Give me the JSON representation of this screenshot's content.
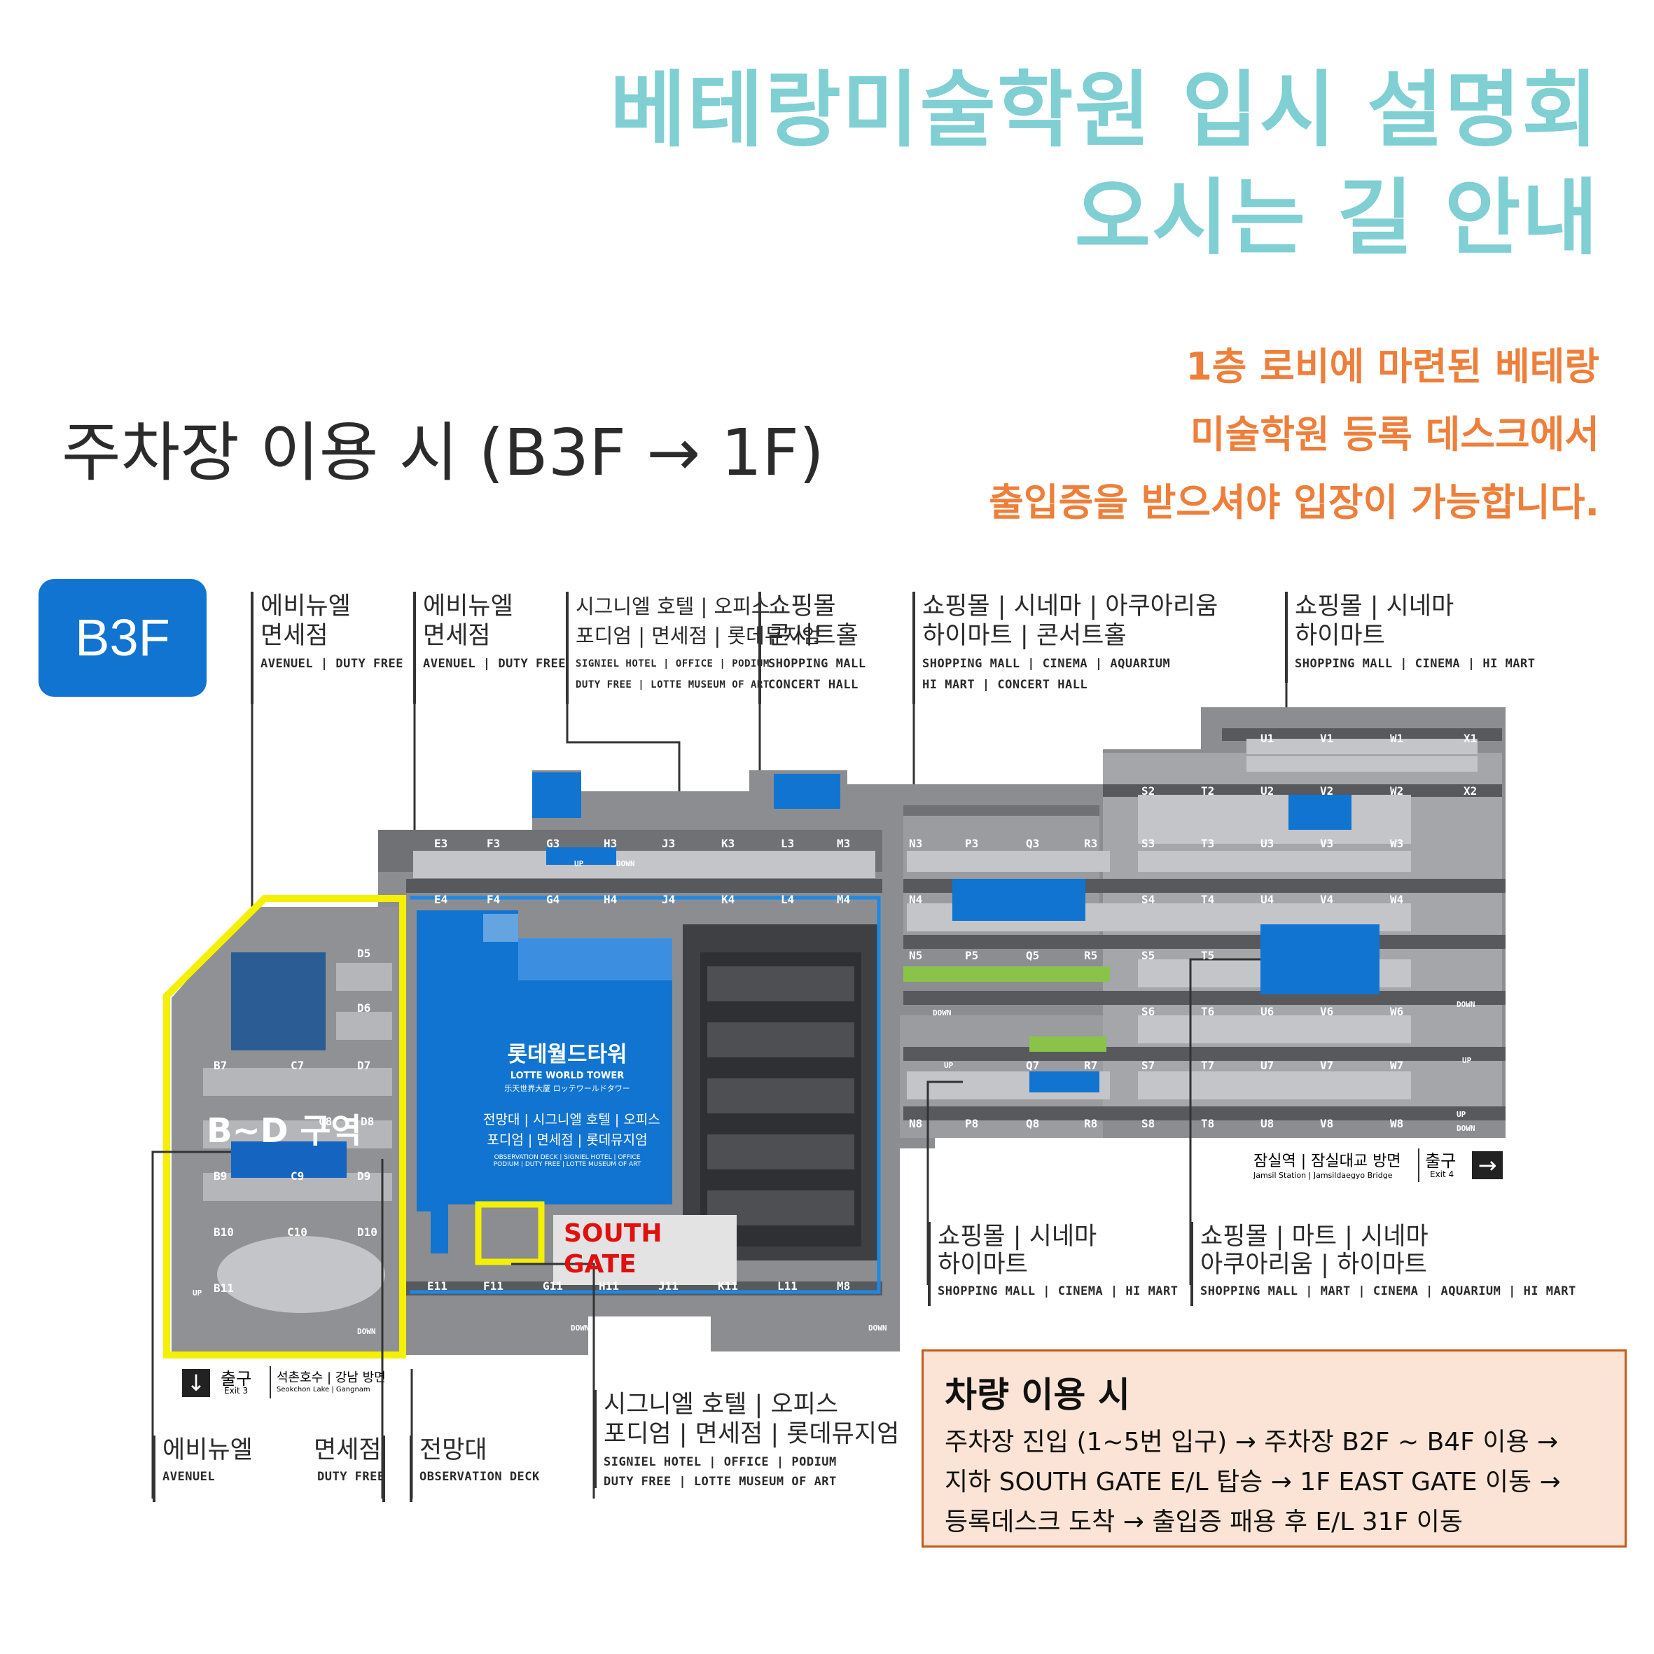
{
  "header": {
    "title_line1": "베테랑미술학원 입시 설명회",
    "title_line2": "오시는 길 안내"
  },
  "subtitle": "주차장 이용 시 (B3F → 1F)",
  "notice": {
    "line1": "1층 로비에 마련된 베테랑",
    "line2": "미술학원 등록 데스크에서",
    "line3": "출입증을 받으셔야 입장이 가능합니다."
  },
  "floor_badge": "B3F",
  "top_labels": [
    {
      "ko1": "에비뉴엘",
      "ko2": "면세점",
      "en1": "AVENUEL | DUTY FREE",
      "en2": ""
    },
    {
      "ko1": "에비뉴엘",
      "ko2": "면세점",
      "en1": "AVENUEL | DUTY FREE",
      "en2": ""
    },
    {
      "ko1": "시그니엘 호텔 | 오피스",
      "ko2": "포디엄 | 면세점 | 롯데뮤지엄",
      "en1": "SIGNIEL HOTEL | OFFICE | PODIUM",
      "en2": "DUTY FREE | LOTTE MUSEUM OF ART"
    },
    {
      "ko1": "쇼핑몰",
      "ko2": "콘서트홀",
      "en1": "SHOPPING MALL",
      "en2": "CONCERT HALL"
    },
    {
      "ko1": "쇼핑몰 | 시네마 | 아쿠아리움",
      "ko2": "하이마트 | 콘서트홀",
      "en1": "SHOPPING MALL | CINEMA | AQUARIUM",
      "en2": "HI MART | CONCERT HALL"
    },
    {
      "ko1": "쇼핑몰 | 시네마",
      "ko2": "하이마트",
      "en1": "SHOPPING MALL | CINEMA | HI MART",
      "en2": ""
    }
  ],
  "bottom_labels": {
    "exit3": {
      "ko": "출구",
      "en": "Exit 3",
      "dest_ko": "석촌호수 | 강남 방면",
      "dest_en": "Seokchon Lake | Gangnam"
    },
    "avenuel": {
      "ko": "에비뉴엘",
      "en": "AVENUEL"
    },
    "dutyfree": {
      "ko": "면세점",
      "en": "DUTY FREE"
    },
    "observation": {
      "ko": "전망대",
      "en": "OBSERVATION DECK"
    },
    "signiel": {
      "ko1": "시그니엘 호텔 | 오피스",
      "ko2": "포디엄 | 면세점 | 롯데뮤지엄",
      "en1": "SIGNIEL HOTEL | OFFICE | PODIUM",
      "en2": "DUTY FREE | LOTTE MUSEUM OF ART"
    },
    "mall1": {
      "ko1": "쇼핑몰 | 시네마",
      "ko2": "하이마트",
      "en": "SHOPPING MALL | CINEMA | HI MART"
    },
    "mall2": {
      "ko1": "쇼핑몰 | 마트 | 시네마",
      "ko2": "아쿠아리움 | 하이마트",
      "en": "SHOPPING MALL | MART | CINEMA | AQUARIUM | HI MART"
    },
    "exit4": {
      "ko": "잠실역 | 잠실대교 방면",
      "en": "Jamsil Station | Jamsildaegyo Bridge",
      "exit_ko": "출구",
      "exit_en": "Exit 4"
    }
  },
  "map": {
    "tower_ko": "롯데월드타워",
    "tower_en": "LOTTE WORLD TOWER",
    "tower_cn": "乐天世界大厦 ロッテワールドタワー",
    "tower_dest_ko1": "전망대 | 시그니엘 호텔 | 오피스",
    "tower_dest_ko2": "포디엄 | 면세점 | 롯데뮤지엄",
    "tower_dest_en1": "OBSERVATION DECK | SIGNIEL HOTEL | OFFICE",
    "tower_dest_en2": "PODIUM | DUTY FREE | LOTTE MUSEUM OF ART",
    "zone_label": "B~D 구역",
    "south_gate_line1": "SOUTH",
    "south_gate_line2": "GATE",
    "up": "UP",
    "down": "DOWN",
    "stalls": [
      "E3",
      "F3",
      "G3",
      "H3",
      "J3",
      "K3",
      "L3",
      "M3",
      "N3",
      "P3",
      "Q3",
      "R3",
      "S3",
      "T3",
      "U3",
      "V3",
      "W3",
      "E4",
      "F4",
      "G4",
      "H4",
      "J4",
      "K4",
      "L4",
      "M4",
      "N4",
      "S4",
      "T4",
      "U4",
      "V4",
      "W4",
      "N5",
      "P5",
      "Q5",
      "R5",
      "S5",
      "T5",
      "S6",
      "T6",
      "U6",
      "V6",
      "W6",
      "Q7",
      "R7",
      "S7",
      "T7",
      "U7",
      "V7",
      "W7",
      "N8",
      "P8",
      "Q8",
      "R8",
      "S8",
      "T8",
      "U8",
      "V8",
      "W8",
      "U1",
      "V1",
      "W1",
      "X1",
      "S2",
      "T2",
      "U2",
      "V2",
      "W2",
      "X2",
      "D5",
      "D6",
      "B7",
      "C7",
      "D7",
      "C8",
      "D8",
      "B9",
      "C9",
      "D9",
      "B10",
      "C10",
      "D10",
      "B11",
      "E11",
      "F11",
      "G11",
      "H11",
      "J11",
      "K11",
      "L11",
      "M8"
    ]
  },
  "car_box": {
    "title": "차량 이용 시",
    "line1": "주차장 진입 (1~5번 입구) → 주차장 B2F ~ B4F 이용 →",
    "line2": "지하 SOUTH GATE E/L 탑승 → 1F EAST GATE 이동 →",
    "line3": "등록데스크 도착 → 출입증 패용 후 E/L 31F 이동"
  },
  "colors": {
    "title": "#7fcfd3",
    "notice": "#ee7f3a",
    "badge": "#1174d1",
    "tower": "#1174d1",
    "zone": "#f4f000",
    "gate_text": "#e01010",
    "box_bg": "#fbe4d5",
    "box_border": "#c55a1a"
  }
}
